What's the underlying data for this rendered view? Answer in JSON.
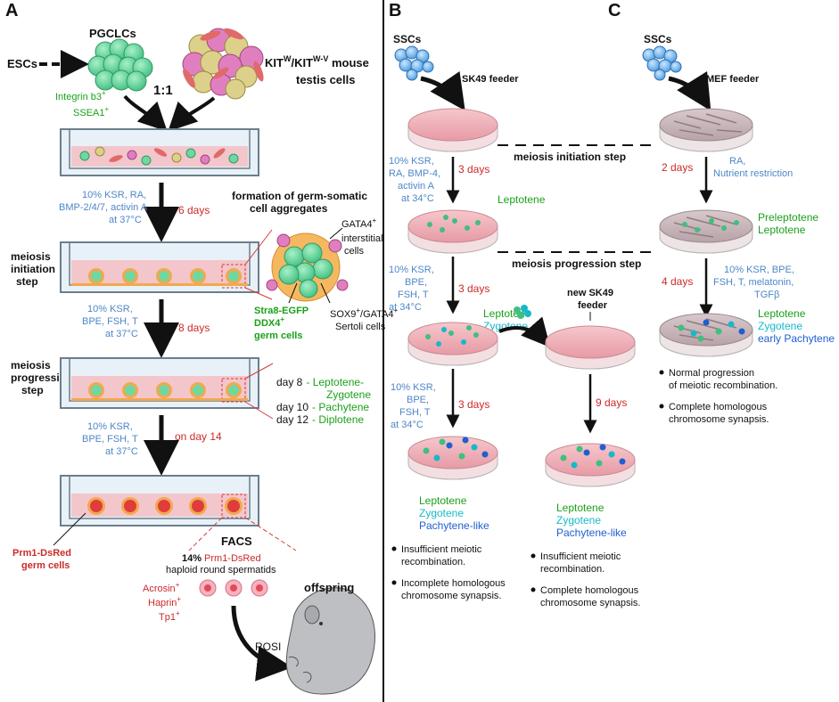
{
  "panels": {
    "A": {
      "letter": "A",
      "escs": "ESCs",
      "pgclcs": "PGCLCs",
      "integrin": "Integrin b3",
      "integrin_sup": "+",
      "ssea": "SSEA1",
      "ssea_sup": "+",
      "kit_line1_a": "KIT",
      "kit_sup1": "W",
      "kit_line1_b": "/KIT",
      "kit_sup2": "W-V",
      "kit_line1_c": " mouse",
      "kit_line2": "testis cells",
      "ratio": "1:1",
      "cond1": [
        "10% KSR, RA,",
        "BMP-2/4/7, activin A",
        "at 37°C"
      ],
      "days1": "6 days",
      "formation": [
        "formation of germ-somatic",
        "cell aggregates"
      ],
      "gata4_interstitial": [
        "GATA4",
        "interstitial",
        "cells"
      ],
      "stra8": [
        "Stra8-EGFP",
        "DDX4",
        "germ cells"
      ],
      "sox9": "SOX9",
      "sox9_rest": "/GATA4",
      "sertoli": "Sertoli cells",
      "meiosis_init": [
        "meiosis",
        "initiation",
        "step"
      ],
      "cond2": [
        "10% KSR,",
        "BPE, FSH, T",
        "at 37°C"
      ],
      "days2": "8 days",
      "meiosis_prog": [
        "meiosis",
        "progression",
        "step"
      ],
      "stages": [
        {
          "day": "day 8",
          "stage": "- Leptotene-"
        },
        {
          "day": "",
          "stage": "Zygotene"
        },
        {
          "day": "day 10",
          "stage": "- Pachytene"
        },
        {
          "day": "day 12",
          "stage": "- Diplotene"
        }
      ],
      "cond3": [
        "10% KSR,",
        "BPE, FSH, T",
        "at 37°C"
      ],
      "days3": "on day 14",
      "prm1": [
        "Prm1-DsRed",
        "germ cells"
      ],
      "facs": "FACS",
      "percent": "14%",
      "prm1_inline": "Prm1-DsRed",
      "haploid": "haploid round spermatids",
      "markers": [
        "Acrosin",
        "Haprin",
        "Tp1"
      ],
      "offspring": "offspring",
      "rosi": "ROSI"
    },
    "B": {
      "letter": "B",
      "sscs": "SSCs",
      "feeder": "SK49 feeder",
      "cond1": [
        "10% KSR,",
        "RA, BMP-4,",
        "activin A",
        "at 34°C"
      ],
      "days1": "3 days",
      "leptotene1": "Leptotene",
      "cond2": [
        "10% KSR,",
        "BPE,",
        "FSH, T",
        "at 34°C"
      ],
      "days2": "3 days",
      "lep2": "Leptotene",
      "zyg2": "Zygotene",
      "new_feeder": [
        "new SK49",
        "feeder"
      ],
      "cond3": [
        "10% KSR,",
        "BPE,",
        "FSH, T",
        "at 34°C"
      ],
      "days3": "3 days",
      "days4": "9 days",
      "res_left": [
        "Leptotene",
        "Zygotene",
        "Pachytene-like"
      ],
      "res_right": [
        "Leptotene",
        "Zygotene",
        "Pachytene-like"
      ],
      "bul_left": [
        [
          "Insufficient meiotic",
          "recombination."
        ],
        [
          "Incomplete homologous",
          "chromosome synapsis."
        ]
      ],
      "bul_right": [
        [
          "Insufficient meiotic",
          "recombination."
        ],
        [
          "Complete homologous",
          "chromosome synapsis."
        ]
      ]
    },
    "C": {
      "letter": "C",
      "sscs": "SSCs",
      "feeder": "MEF feeder",
      "days1": "2 days",
      "cond1": [
        "RA,",
        "Nutrient restriction"
      ],
      "pre": "Preleptotene",
      "lep": "Leptotene",
      "days2": "4 days",
      "cond2": [
        "10% KSR, BPE,",
        "FSH, T, melatonin,",
        "TGFβ"
      ],
      "res": [
        "Leptotene",
        "Zygotene",
        "early Pachytene"
      ],
      "bul": [
        [
          "Normal progression",
          "of meiotic recombination."
        ],
        [
          "Complete homologous",
          "chromosome synapsis."
        ]
      ]
    }
  },
  "steps": {
    "init": "meiosis initiation step",
    "prog": "meiosis progression step"
  },
  "colors": {
    "condition_blue": "#4d87c7",
    "days_red": "#cc2a2a",
    "stage_green": "#1aa11a",
    "zygotene_cyan": "#17b9c9",
    "pachytene_blue": "#1f5fd1",
    "pgclc_green": "#6fd8a0",
    "dish_pink": "#f2b8c0"
  }
}
